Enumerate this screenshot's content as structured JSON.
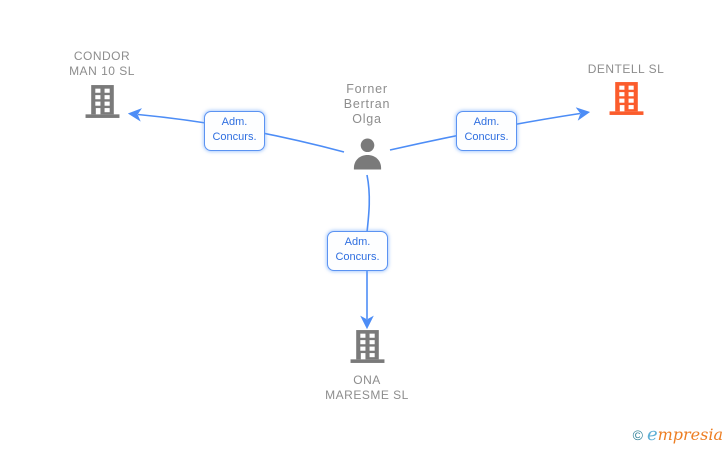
{
  "diagram": {
    "person": {
      "line1": "Forner",
      "line2": "Bertran",
      "line3": "Olga"
    },
    "companies": {
      "condor": {
        "line1": "CONDOR",
        "line2": "MAN 10 SL"
      },
      "dentell": {
        "line1": "DENTELL SL"
      },
      "ona": {
        "line1": "ONA",
        "line2": "MARESME SL"
      }
    },
    "edges": {
      "left": {
        "line1": "Adm.",
        "line2": "Concurs."
      },
      "right": {
        "line1": "Adm.",
        "line2": "Concurs."
      },
      "bottom": {
        "line1": "Adm.",
        "line2": "Concurs."
      }
    },
    "colors": {
      "link_blue": "#4d8df6",
      "edge_label_text": "#2f6fe0",
      "edge_label_border": "#5b93f2",
      "building_gray": "#7a7a7a",
      "building_orange": "#fb5c2c",
      "label_gray": "#8d8d8d"
    }
  },
  "watermark": {
    "copyright": "©",
    "brand_initial": "e",
    "brand_rest": "mpresia"
  }
}
